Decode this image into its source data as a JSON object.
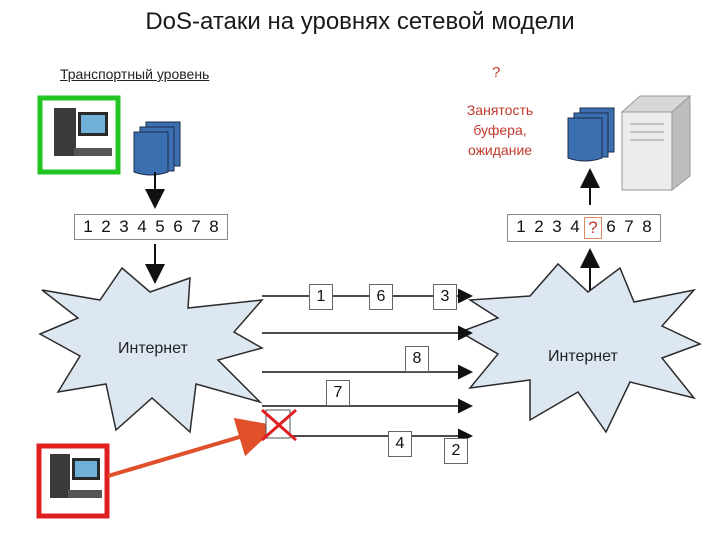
{
  "title": "DoS-атаки на уровнях сетевой модели",
  "layer_label": "Транспортный уровень",
  "question_top": "?",
  "server_note": [
    "Занятость",
    "буфера,",
    "ожидание"
  ],
  "sequence_left": [
    "1",
    "2",
    "3",
    "4",
    "5",
    "6",
    "7",
    "8"
  ],
  "sequence_right": [
    "1",
    "2",
    "3",
    "4",
    "?",
    "6",
    "7",
    "8"
  ],
  "packets": [
    "1",
    "6",
    "3",
    "8",
    "7",
    "4",
    "2"
  ],
  "network_left": "Интернет",
  "network_right": "Интернет",
  "colors": {
    "highlight": "#c0392b",
    "attacker_frame": "#e02020",
    "user_frame": "#22c522",
    "attack_arrow": "#e0502a"
  }
}
